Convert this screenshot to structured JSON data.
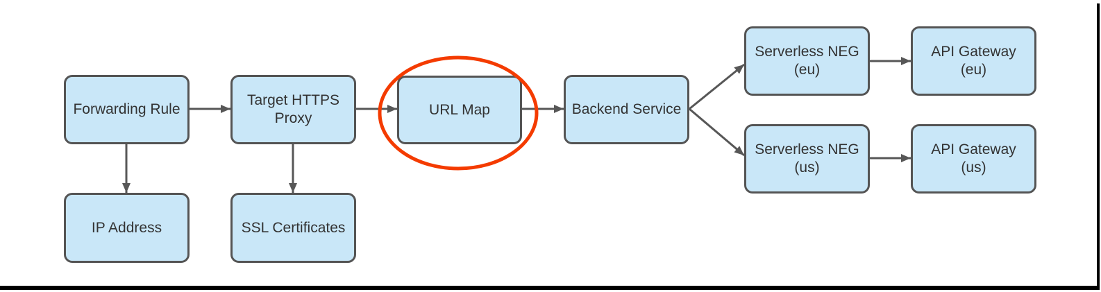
{
  "colors": {
    "background": "#FFFFFF",
    "node_fill": "#C9E7F8",
    "node_border": "#545454",
    "arrow": "#575757",
    "highlight_ellipse": "#F43B00",
    "text": "#333333",
    "frame_line": "#000000"
  },
  "nodes": [
    {
      "id": "forwarding-rule",
      "label": "Forwarding Rule"
    },
    {
      "id": "target-https-proxy",
      "label": "Target HTTPS\nProxy"
    },
    {
      "id": "url-map",
      "label": "URL Map",
      "highlighted": true
    },
    {
      "id": "backend-service",
      "label": "Backend Service"
    },
    {
      "id": "serverless-neg-eu",
      "label": "Serverless NEG\n(eu)"
    },
    {
      "id": "api-gateway-eu",
      "label": "API Gateway\n(eu)"
    },
    {
      "id": "serverless-neg-us",
      "label": "Serverless NEG\n(us)"
    },
    {
      "id": "api-gateway-us",
      "label": "API Gateway\n(us)"
    },
    {
      "id": "ip-address",
      "label": "IP Address"
    },
    {
      "id": "ssl-certificates",
      "label": "SSL Certificates"
    }
  ],
  "edges": [
    {
      "from": "forwarding-rule",
      "to": "target-https-proxy"
    },
    {
      "from": "target-https-proxy",
      "to": "url-map"
    },
    {
      "from": "url-map",
      "to": "backend-service"
    },
    {
      "from": "backend-service",
      "to": "serverless-neg-eu"
    },
    {
      "from": "backend-service",
      "to": "serverless-neg-us"
    },
    {
      "from": "serverless-neg-eu",
      "to": "api-gateway-eu"
    },
    {
      "from": "serverless-neg-us",
      "to": "api-gateway-us"
    },
    {
      "from": "forwarding-rule",
      "to": "ip-address"
    },
    {
      "from": "target-https-proxy",
      "to": "ssl-certificates"
    }
  ],
  "annotation": {
    "shape": "ellipse",
    "around": "url-map"
  }
}
